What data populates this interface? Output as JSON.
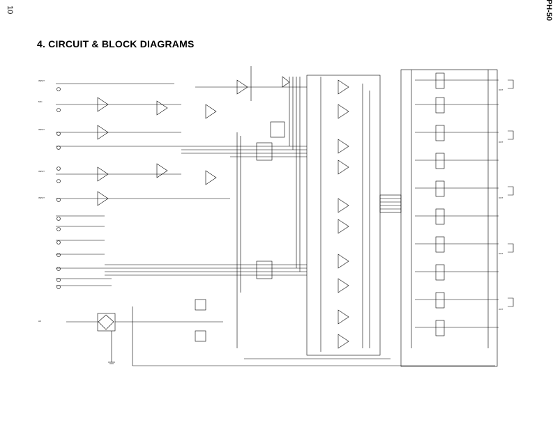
{
  "page": {
    "number": "10",
    "model": "PH-50"
  },
  "title": "4. CIRCUIT & BLOCK DIAGRAMS"
}
